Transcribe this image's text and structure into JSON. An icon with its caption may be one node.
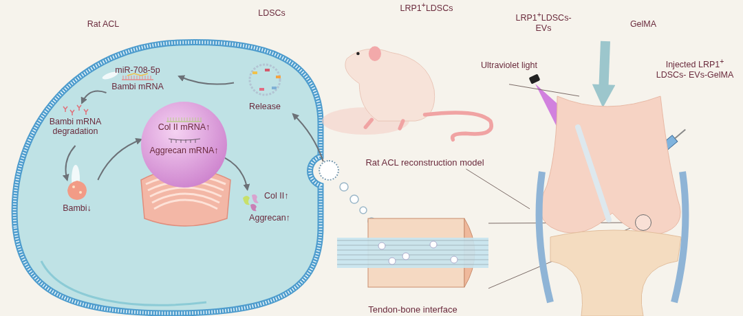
{
  "diagram": {
    "nodes": [
      {
        "text": [
          "miR-708-5p",
          "Bambi mRNA"
        ]
      },
      {
        "text": [
          "Release"
        ]
      },
      {
        "text": [
          "Bambi mRNA degradation"
        ]
      },
      {
        "text": [
          "Bambi↓"
        ]
      },
      {
        "text": [
          "Col II mRNA↑",
          "Aggrecan mRNA↑"
        ]
      },
      {
        "text": [
          "Col II↑",
          "Aggrecan↑"
        ]
      },
      {
        "text": [],
        "shape": "circle"
      },
      {
        "text": [],
        "shape": "picture",
        "beside": [
          "Rat ACL reconstruction model"
        ]
      },
      {
        "text": [],
        "shape": "picture"
      },
      {
        "text": [],
        "shape": "picture",
        "beside": [
          "Tendon-bone interface"
        ]
      },
      {
        "text": [],
        "shape": "circle",
        "in": 8
      }
    ],
    "edges": [
      {
        "from": 1,
        "to": 0,
        "arrow": "to"
      },
      {
        "from": 0,
        "to": 2,
        "arrow": "to"
      },
      {
        "from": 2,
        "to": 3,
        "arrow": "to"
      },
      {
        "from": 3,
        "to": 4,
        "arrow": "to"
      },
      {
        "from": 4,
        "to": 5,
        "arrow": "to"
      },
      {
        "from": 6,
        "to": 1,
        "arrow": "to"
      },
      {
        "from": 7,
        "to": 8,
        "arrow": "none"
      },
      {
        "from": 7,
        "to": 8,
        "arrow": "none"
      },
      {
        "from": 10,
        "to": 9,
        "arrow": "none"
      },
      {
        "from": 10,
        "to": 9,
        "arrow": "none"
      },
      {
        "from": null,
        "to": 8,
        "arrow": "to",
        "style": "thick",
        "color": "#9cc6cc"
      }
    ],
    "labels": [
      "Rat ACL",
      "LDSCs",
      "LRP1$^{+}$LDSCs",
      "LRP1$^{+}$LDSCs- EVs",
      "GelMA",
      "Ultraviolet light",
      "Injected LRP1$^{+}$ LDSCs- EVs-GelMA"
    ]
  }
}
